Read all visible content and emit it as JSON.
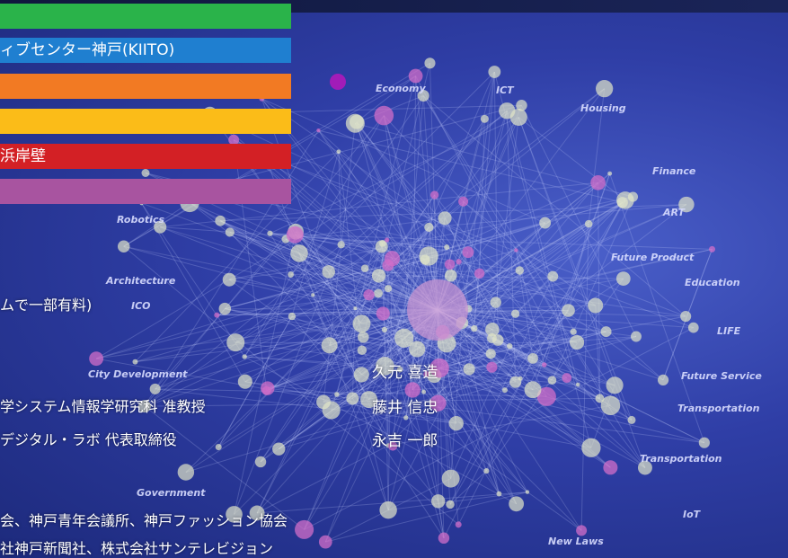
{
  "colors": {
    "green": "#2ab34a",
    "blue": "#1f7fd0",
    "orange": "#f27a23",
    "yellow": "#fbbc18",
    "red": "#d32025",
    "purple": "#a854a0"
  },
  "bands": [
    {
      "text": "",
      "color": "#2ab34a"
    },
    {
      "text": "ィブセンター神戸(KIITO)",
      "color": "#1f7fd0"
    },
    {
      "text": "",
      "color": "#f27a23"
    },
    {
      "text": "",
      "color": "#fbbc18"
    },
    {
      "text": "浜岸壁",
      "color": "#d32025"
    },
    {
      "text": "",
      "color": "#a854a0"
    }
  ],
  "info": {
    "fee": "ムで一部有料)",
    "speaker1_role": "学システム情報学研究科 准教授",
    "speaker2_role": "デジタル・ラボ 代表取締役",
    "name1": "久元 喜造",
    "name2": "藤井 信忠",
    "name3": "永吉 一郎",
    "org1": "会、神戸青年会議所、神戸ファッション協会",
    "org2": "社神戸新聞社、株式会社サンテレビジョン"
  },
  "keywords": {
    "economy": "Economy",
    "ict": "ICT",
    "housing": "Housing",
    "finance": "Finance",
    "art": "ART",
    "future_product": "Future Product",
    "education": "Education",
    "life": "LIFE",
    "future_service": "Future Service",
    "transportation1": "Transportation",
    "transportation2": "Transportation",
    "iot": "IoT",
    "new_laws": "New Laws",
    "robotics": "Robotics",
    "architecture": "Architecture",
    "ico": "ICO",
    "city_development": "City Development",
    "government": "Government"
  }
}
